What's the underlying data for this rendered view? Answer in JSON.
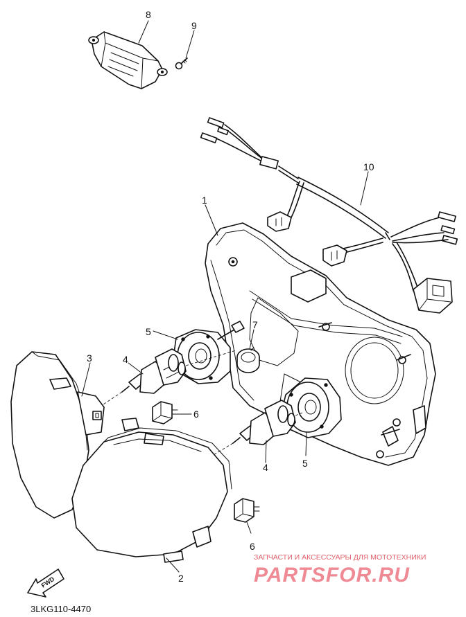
{
  "callouts": {
    "p1": "1",
    "p2": "2",
    "p3": "3",
    "p4a": "4",
    "p4b": "4",
    "p5a": "5",
    "p5b": "5",
    "p6a": "6",
    "p6b": "6",
    "p7": "7",
    "p8": "8",
    "p9": "9",
    "p10": "10"
  },
  "fwd_label": "FWD",
  "diagram_code": "3LKG110-4470",
  "watermark": {
    "tagline": "ЗАПЧАСТИ И АКСЕССУАРЫ ДЛЯ МОТОТЕХНИКИ",
    "brand": "PARTSFOR.RU",
    "color": "#ef8a95"
  }
}
